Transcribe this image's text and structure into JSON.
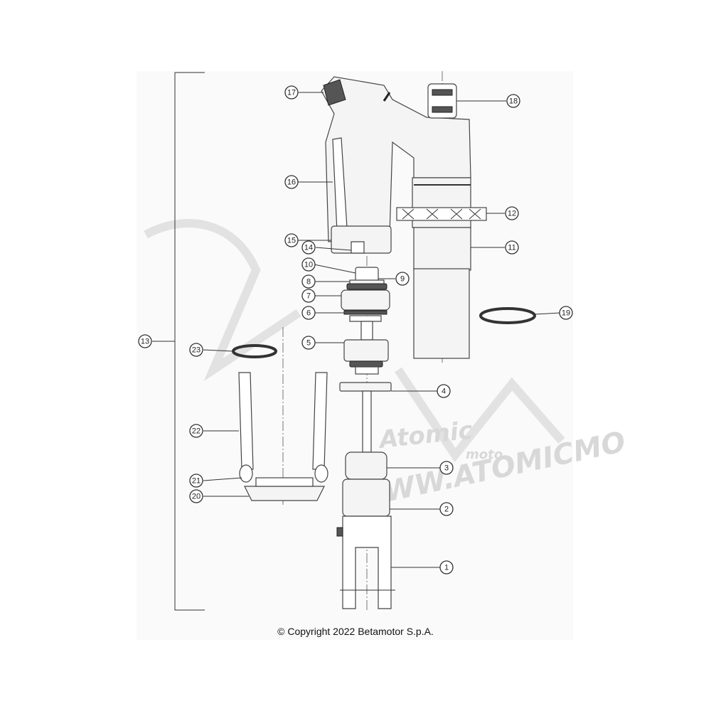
{
  "diagram": {
    "callouts": [
      {
        "id": "1",
        "label": "1"
      },
      {
        "id": "2",
        "label": "2"
      },
      {
        "id": "3",
        "label": "3"
      },
      {
        "id": "4",
        "label": "4"
      },
      {
        "id": "5",
        "label": "5"
      },
      {
        "id": "6",
        "label": "6"
      },
      {
        "id": "7",
        "label": "7"
      },
      {
        "id": "8",
        "label": "8"
      },
      {
        "id": "9",
        "label": "9"
      },
      {
        "id": "10",
        "label": "10"
      },
      {
        "id": "11",
        "label": "11"
      },
      {
        "id": "12",
        "label": "12"
      },
      {
        "id": "13",
        "label": "13"
      },
      {
        "id": "14",
        "label": "14"
      },
      {
        "id": "15",
        "label": "15"
      },
      {
        "id": "16",
        "label": "16"
      },
      {
        "id": "17",
        "label": "17"
      },
      {
        "id": "18",
        "label": "18"
      },
      {
        "id": "19",
        "label": "19"
      },
      {
        "id": "20",
        "label": "20"
      },
      {
        "id": "21",
        "label": "21"
      },
      {
        "id": "22",
        "label": "22"
      },
      {
        "id": "23",
        "label": "23"
      }
    ],
    "watermark": {
      "brand_line1": "Atomic",
      "brand_line2": "moto",
      "url": "WWW.ATOMICMO"
    },
    "copyright": "© Copyright 2022 Betamotor S.p.A."
  }
}
